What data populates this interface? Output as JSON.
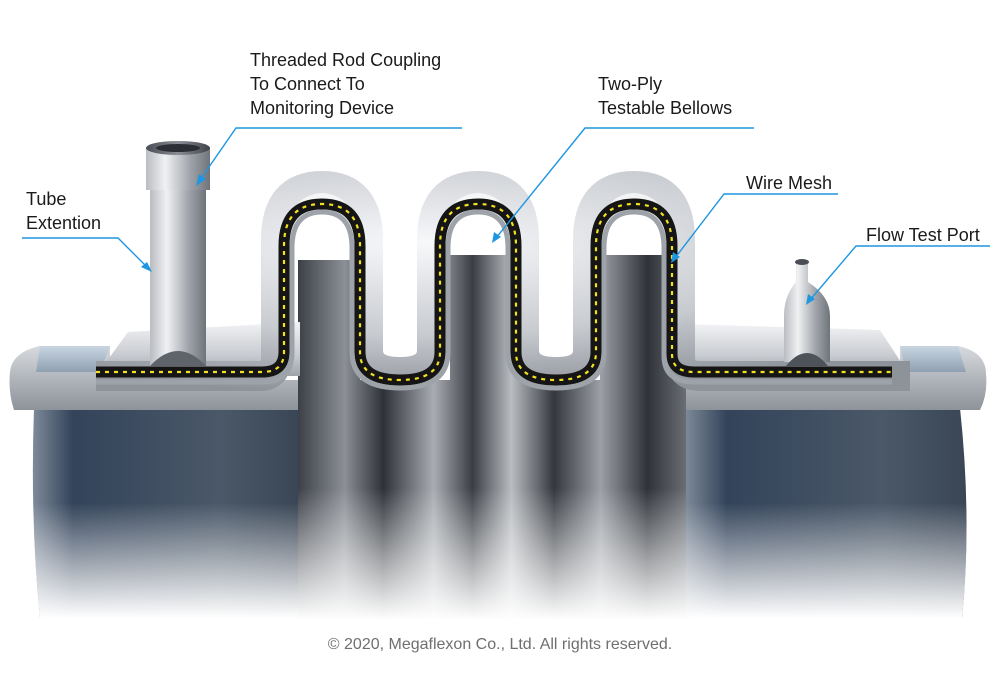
{
  "callouts": {
    "coupling": [
      "Threaded Rod Coupling",
      "To Connect To",
      "Monitoring Device"
    ],
    "tube": [
      "Tube",
      "Extention"
    ],
    "bellows": [
      "Two-Ply",
      "Testable Bellows"
    ],
    "mesh": [
      "Wire Mesh"
    ],
    "port": [
      "Flow Test Port"
    ]
  },
  "footer": {
    "copyright": "© 2020, Megaflexon Co., Ltd. All rights reserved."
  },
  "colors": {
    "leader_line": "#1e96e0",
    "wire_mesh_dashes": "#f2e11c",
    "mesh_layer": "#151515",
    "steel_light": "#e4e6ea",
    "steel_dark": "#2b2f36",
    "pipe_blue": "#3b4a5c"
  }
}
